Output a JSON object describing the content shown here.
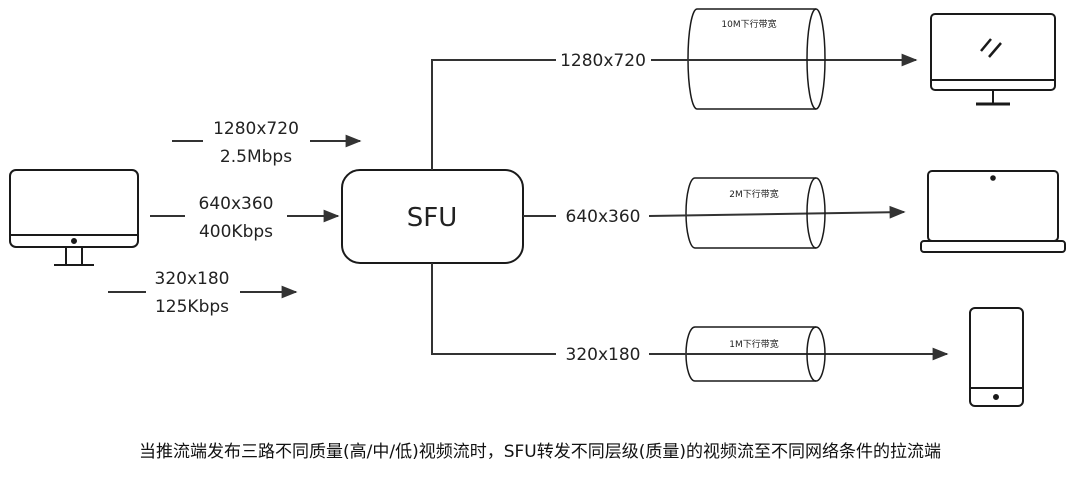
{
  "publisher_streams": [
    {
      "resolution": "1280x720",
      "bitrate": "2.5Mbps"
    },
    {
      "resolution": "640x360",
      "bitrate": "400Kbps"
    },
    {
      "resolution": "320x180",
      "bitrate": "125Kbps"
    }
  ],
  "sfu": {
    "label": "SFU"
  },
  "subscriber_streams": [
    {
      "resolution": "1280x720",
      "bandwidth": "10M下行带宽",
      "device": "monitor-icon"
    },
    {
      "resolution": "640x360",
      "bandwidth": "2M下行带宽",
      "device": "laptop-icon"
    },
    {
      "resolution": "320x180",
      "bandwidth": "1M下行带宽",
      "device": "phone-icon"
    }
  ],
  "publisher": {
    "device": "imac-icon"
  },
  "caption": "当推流端发布三路不同质量(高/中/低)视频流时，SFU转发不同层级(质量)的视频流至不同网络条件的拉流端"
}
